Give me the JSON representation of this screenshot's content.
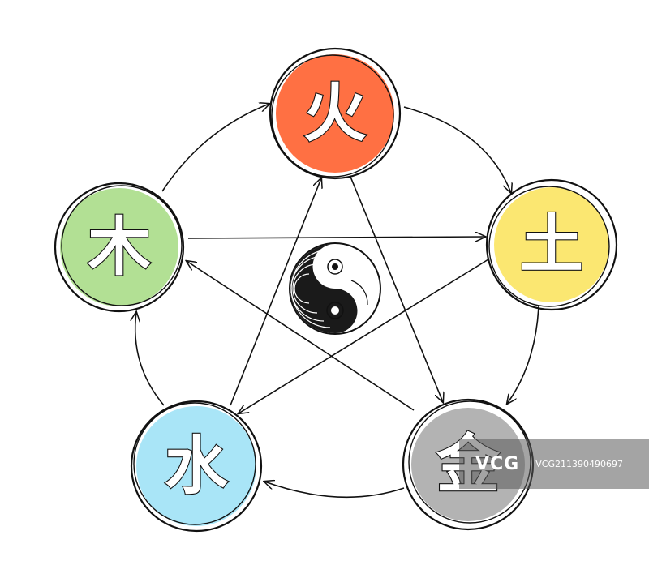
{
  "colors": {
    "fire": "#FF7043",
    "earth": "#FBE771",
    "metal": "#B3B3B3",
    "water": "#A9E5F7",
    "wood": "#B2E094",
    "stroke": "#111111"
  },
  "elements": [
    {
      "id": "fire",
      "glyph": "火",
      "color": "#FF7043"
    },
    {
      "id": "earth",
      "glyph": "土",
      "color": "#FBE771"
    },
    {
      "id": "metal",
      "glyph": "金",
      "color": "#B3B3B3"
    },
    {
      "id": "water",
      "glyph": "水",
      "color": "#A9E5F7"
    },
    {
      "id": "wood",
      "glyph": "木",
      "color": "#B2E094"
    }
  ],
  "generating_cycle": [
    [
      "fire",
      "earth"
    ],
    [
      "earth",
      "metal"
    ],
    [
      "metal",
      "water"
    ],
    [
      "water",
      "wood"
    ],
    [
      "wood",
      "fire"
    ]
  ],
  "overcoming_cycle": [
    [
      "fire",
      "metal"
    ],
    [
      "metal",
      "wood"
    ],
    [
      "wood",
      "earth"
    ],
    [
      "earth",
      "water"
    ],
    [
      "water",
      "fire"
    ]
  ],
  "center_icon": "yin-yang-icon",
  "watermark": {
    "logo": "VCG",
    "id": "VCG211390490697"
  }
}
